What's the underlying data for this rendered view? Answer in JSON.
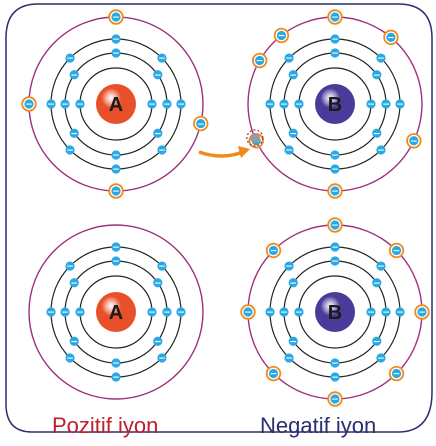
{
  "colors": {
    "frame": "#2c2f6e",
    "outer_shell": "#a0307a",
    "inner_shell": "#222222",
    "electron_fill": "#29a9e1",
    "valence_ring": "#f08a1d",
    "arrow": "#f08a1d",
    "nucleus_a": "#e8502a",
    "nucleus_b": "#4a3a9a",
    "label_positive": "#c0202a",
    "label_negative": "#2c2f6e",
    "vacancy": "#9a9a9a",
    "vacancy_ring": "#c0202a"
  },
  "atoms": [
    {
      "id": "atom-a-top",
      "nucleus_label": "A",
      "nucleus_color": "#e8502a",
      "valence_electrons": 4,
      "outer_shell": true
    },
    {
      "id": "atom-b-top",
      "nucleus_label": "B",
      "nucleus_color": "#4a3a9a",
      "valence_electrons": 7,
      "outer_shell": true,
      "vacancy": true
    },
    {
      "id": "atom-a-bottom",
      "nucleus_label": "A",
      "nucleus_color": "#e8502a",
      "valence_electrons": 0,
      "outer_shell": true
    },
    {
      "id": "atom-b-bottom",
      "nucleus_label": "B",
      "nucleus_color": "#4a3a9a",
      "valence_electrons": 8,
      "outer_shell": true
    }
  ],
  "electron_symbol": "−",
  "labels": {
    "positive": "Pozitif iyon",
    "negative": "Negatif iyon"
  }
}
